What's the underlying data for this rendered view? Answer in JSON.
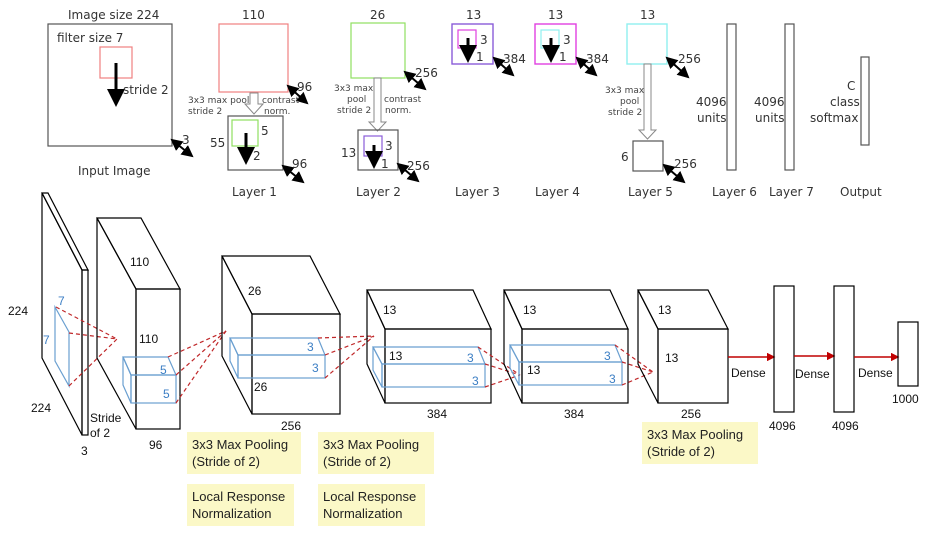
{
  "title": "AlexNet / ZFNet convolutional network architecture",
  "top": {
    "input": {
      "title": "Image size 224",
      "filter": "filter size 7",
      "stride": "stride 2",
      "depth": "3",
      "caption": "Input Image"
    },
    "layer1": {
      "size": "110",
      "depth": "96",
      "pool": "3x3 max pool",
      "pool2": "stride 2",
      "norm": "contrast",
      "norm2": "norm.",
      "pooled_size": "55",
      "filter": "5",
      "stride": "2",
      "pooled_depth": "96",
      "caption": "Layer 1"
    },
    "layer2": {
      "size": "26",
      "depth": "256",
      "pool": "3x3 max",
      "pool2": "pool",
      "pool3": "stride 2",
      "norm": "contrast",
      "norm2": "norm.",
      "pooled_size": "13",
      "filter": "3",
      "stride": "1",
      "pooled_depth": "256",
      "caption": "Layer 2"
    },
    "layer3": {
      "size": "13",
      "filter": "3",
      "stride": "1",
      "depth": "384",
      "caption": "Layer 3"
    },
    "layer4": {
      "size": "13",
      "filter": "3",
      "stride": "1",
      "depth": "384",
      "caption": "Layer 4"
    },
    "layer5": {
      "size": "13",
      "depth": "256",
      "pool": "3x3 max",
      "pool2": "pool",
      "pool3": "stride 2",
      "pooled_size": "6",
      "pooled_depth": "256",
      "caption": "Layer 5"
    },
    "layer6": {
      "units": "4096",
      "units2": "units",
      "caption": "Layer 6"
    },
    "layer7": {
      "units": "4096",
      "units2": "units",
      "caption": "Layer 7"
    },
    "output": {
      "c": "C",
      "c2": "class",
      "c3": "softmax",
      "caption": "Output"
    }
  },
  "bottom": {
    "input": {
      "height": "224",
      "width": "224",
      "depth": "3",
      "kernel_h": "7",
      "kernel_w": "7",
      "stride1": "Stride",
      "stride2": "of 2"
    },
    "conv1": {
      "height": "110",
      "width": "110",
      "depth": "96",
      "kernel_h": "5",
      "kernel_w": "5"
    },
    "conv2": {
      "height": "26",
      "width": "26",
      "depth": "256",
      "kernel_h": "3",
      "kernel_w": "3"
    },
    "conv3": {
      "height": "13",
      "width": "13",
      "depth": "384",
      "kernel_h": "3",
      "kernel_w": "3"
    },
    "conv4": {
      "height": "13",
      "width": "13",
      "depth": "384",
      "kernel_h": "3",
      "kernel_w": "3"
    },
    "conv5": {
      "height": "13",
      "width": "13",
      "depth": "256"
    },
    "dense_label": "Dense",
    "fc6": "4096",
    "fc7": "4096",
    "out": "1000",
    "notes": {
      "pool1": [
        "3x3 Max Pooling",
        "(Stride of 2)"
      ],
      "lrn1": [
        "Local Response",
        "Normalization"
      ],
      "pool2": [
        "3x3 Max Pooling",
        "(Stride of 2)"
      ],
      "lrn2": [
        "Local Response",
        "Normalization"
      ],
      "pool5": [
        "3x3 Max Pooling",
        "(Stride of 2)"
      ]
    }
  },
  "colors": {
    "filter_red": "#f08080",
    "filter_green": "#90e060",
    "filter_purple": "#8a5cd8",
    "filter_magenta": "#e040e0",
    "filter_cyan": "#90f0f0",
    "kernel_blue": "#6a9fd0",
    "dash_red": "#c0282a",
    "dense_arrow": "#c00000",
    "note_bg": "#fbf8c7"
  }
}
